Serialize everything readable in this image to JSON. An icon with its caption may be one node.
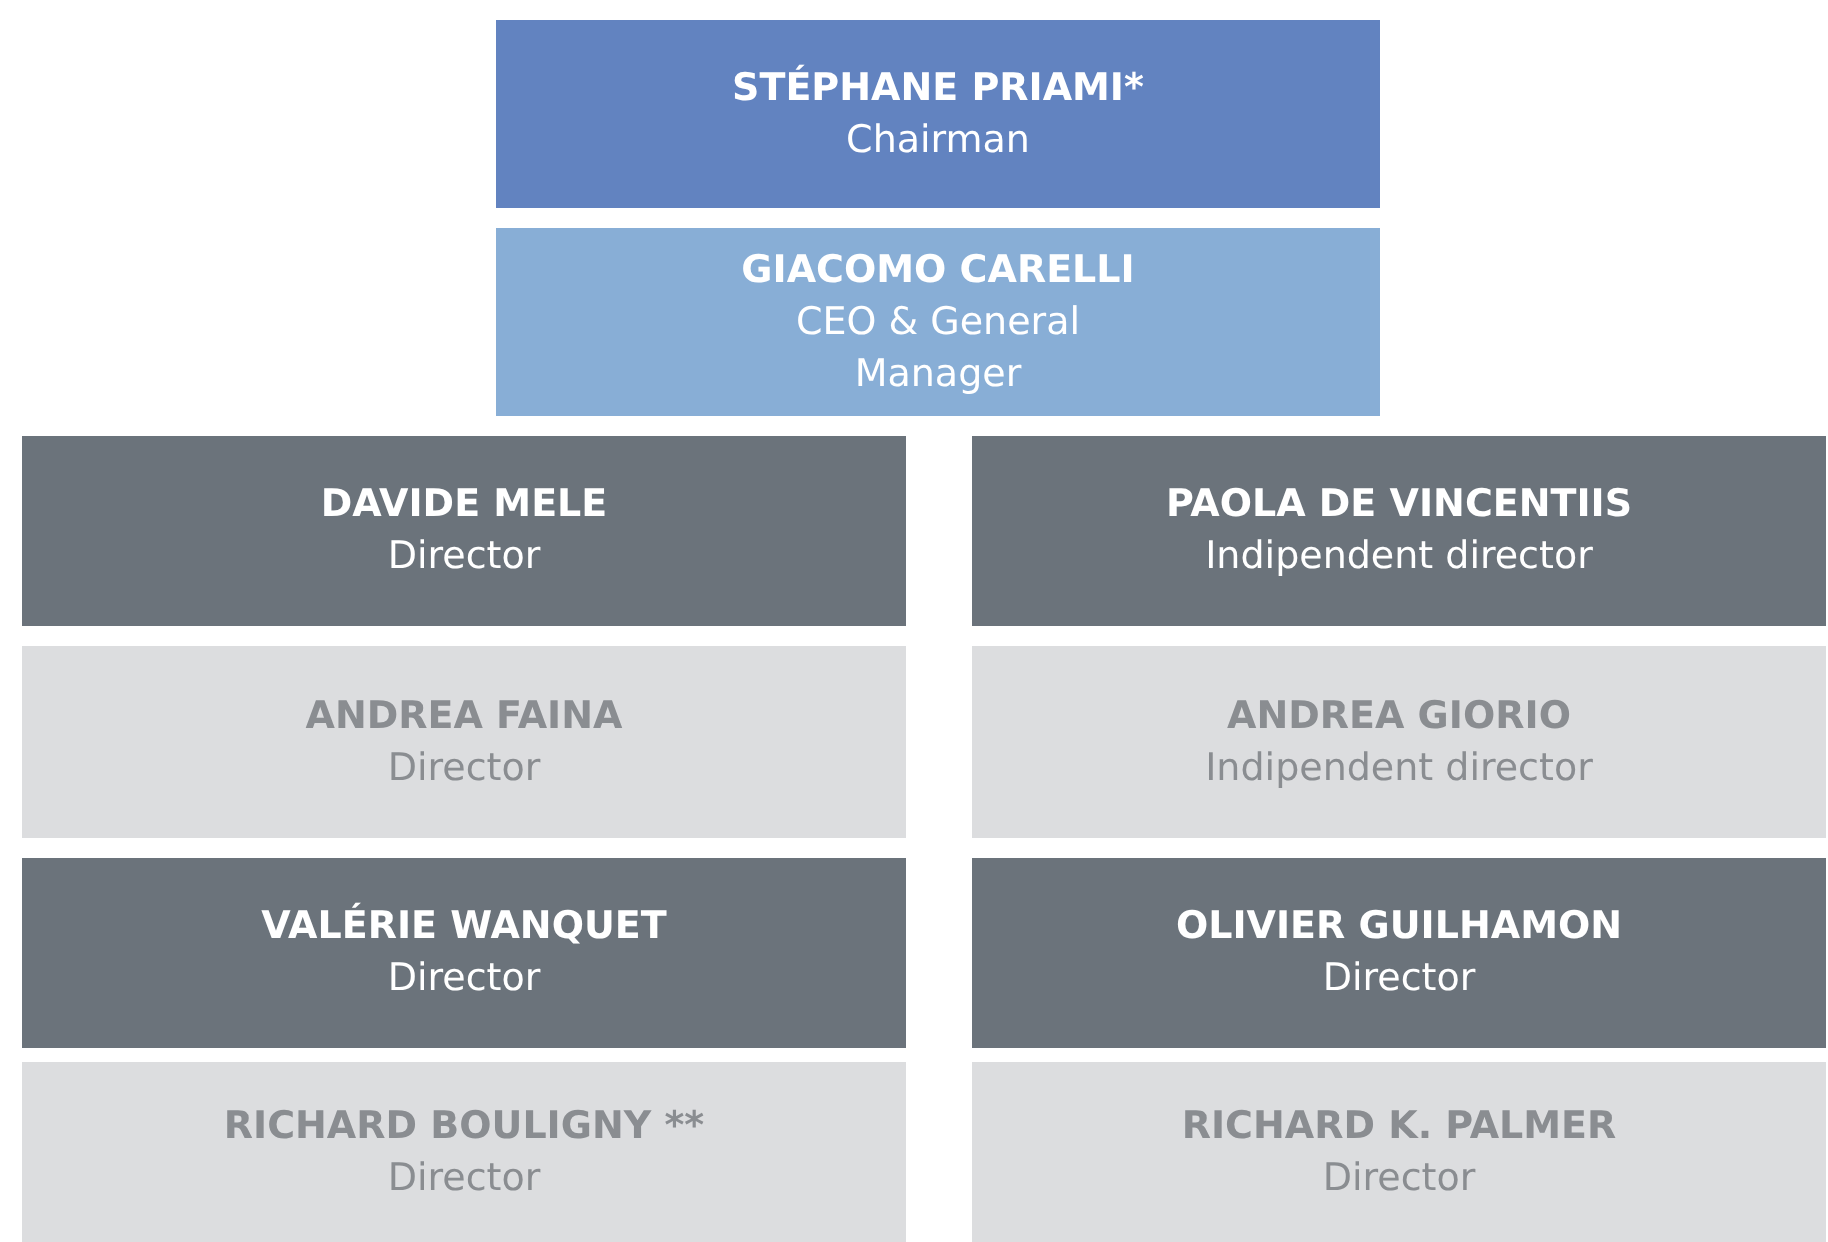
{
  "diagram": {
    "nodes": [
      {
        "text": [
          "STÉPHANE PRIAMI*",
          "Chairman"
        ]
      },
      {
        "text": [
          "GIACOMO CARELLI",
          "CEO & General Manager"
        ]
      },
      {
        "text": [
          "DAVIDE MELE",
          "Director"
        ]
      },
      {
        "text": [
          "PAOLA DE VINCENTIIS",
          "Indipendent director"
        ]
      },
      {
        "text": [
          "ANDREA FAINA",
          "Director"
        ]
      },
      {
        "text": [
          "ANDREA GIORIO",
          "Indipendent director"
        ]
      },
      {
        "text": [
          "VALÉRIE WANQUET",
          "Director"
        ]
      },
      {
        "text": [
          "OLIVIER GUILHAMON",
          "Director"
        ]
      },
      {
        "text": [
          "RICHARD BOULIGNY **",
          "Director"
        ]
      },
      {
        "text": [
          "RICHARD K. PALMER",
          "Director"
        ]
      }
    ]
  }
}
